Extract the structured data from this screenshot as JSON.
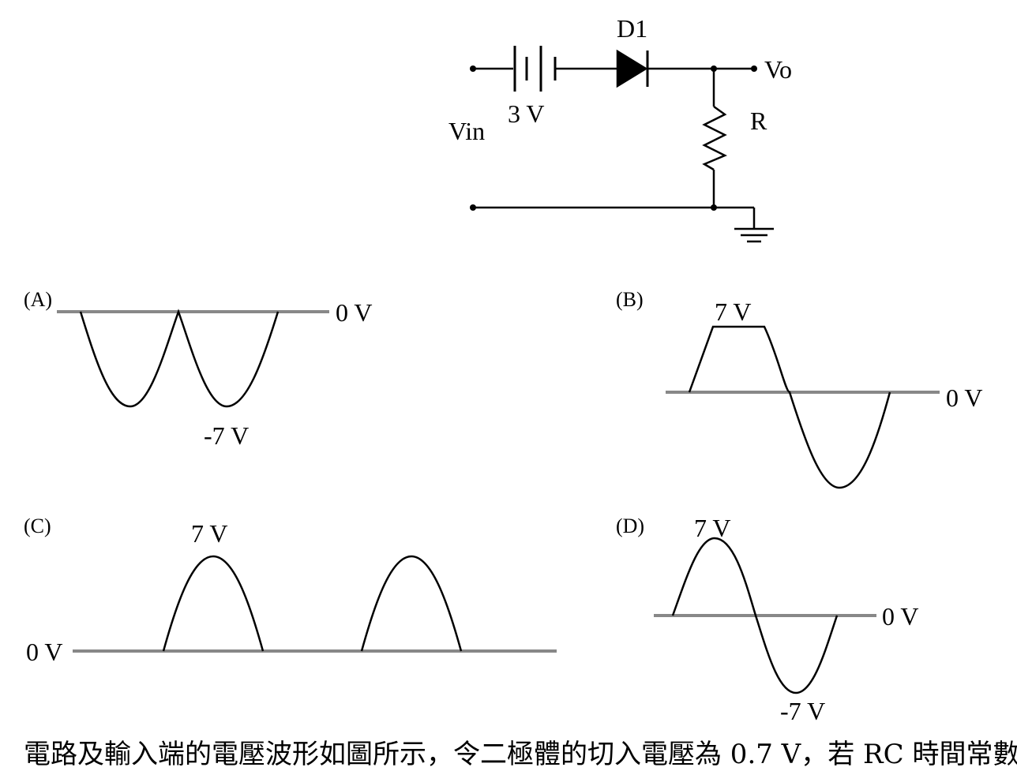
{
  "circuit": {
    "diode_label": "D1",
    "output_label": "Vo",
    "battery_label": "3 V",
    "input_label": "Vin",
    "resistor_label": "R"
  },
  "options": {
    "a": {
      "tag": "(A)",
      "zero_label": "0 V",
      "peak_label": "-7 V"
    },
    "b": {
      "tag": "(B)",
      "zero_label": "0 V",
      "peak_label": "7 V"
    },
    "c": {
      "tag": "(C)",
      "zero_label": "0 V",
      "peak_label": "7 V"
    },
    "d": {
      "tag": "(D)",
      "zero_label": "0 V",
      "peak_label": "7 V",
      "trough_label": "-7 V"
    }
  },
  "question_text": "電路及輸入端的電壓波形如圖所示，令二極體的切入電壓為 0.7 V，若 RC 時間常數"
}
